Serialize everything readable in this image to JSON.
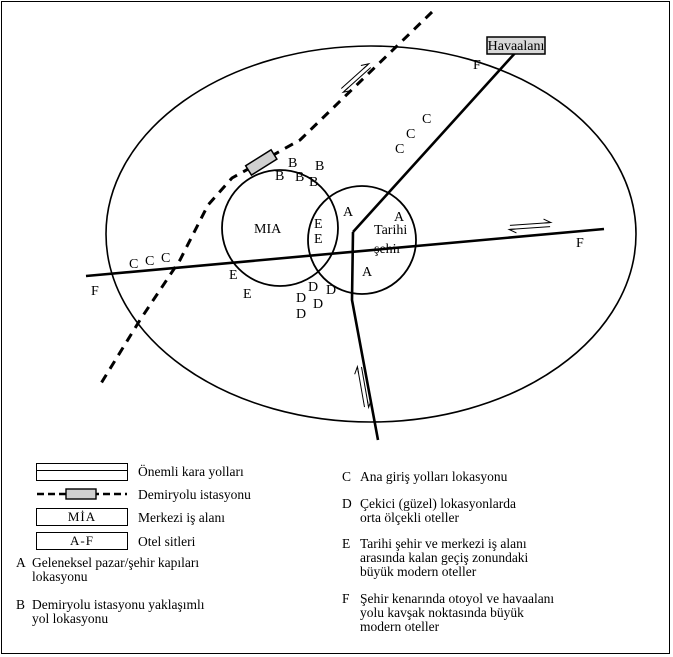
{
  "map": {
    "airport": "Havaalanı",
    "cbd": "MIA",
    "old_city_line1": "Tarihi",
    "old_city_line2": "şehir",
    "letters": {
      "a": "A",
      "b": "B",
      "c": "C",
      "d": "D",
      "e": "E",
      "f": "F"
    }
  },
  "legend": {
    "roads": "Önemli kara yolları",
    "railway": "Demiryolu istasyonu",
    "cbd_symbol": "MİA",
    "cbd": "Merkezi iş alanı",
    "hotels_symbol": "A-F",
    "hotels": "Otel sitleri",
    "a_letter": "A",
    "a_line1": "Geleneksel pazar/şehir kapıları",
    "a_line2": "lokasyonu",
    "b_letter": "B",
    "b_line1": "Demiryolu istasyonu yaklaşımlı",
    "b_line2": "yol lokasyonu",
    "c_letter": "C",
    "c_line1": "Ana giriş yolları lokasyonu",
    "d_letter": "D",
    "d_line1": "Çekici (güzel) lokasyonlarda",
    "d_line2": "orta ölçekli oteller",
    "e_letter": "E",
    "e_line1": "Tarihi şehir ve merkezi iş alanı",
    "e_line2": "arasında kalan geçiş zonundaki",
    "e_line3": "büyük modern oteller",
    "f_letter": "F",
    "f_line1": "Şehir kenarında otoyol ve havaalanı",
    "f_line2": "yolu kavşak noktasında büyük",
    "f_line3": "modern oteller"
  }
}
